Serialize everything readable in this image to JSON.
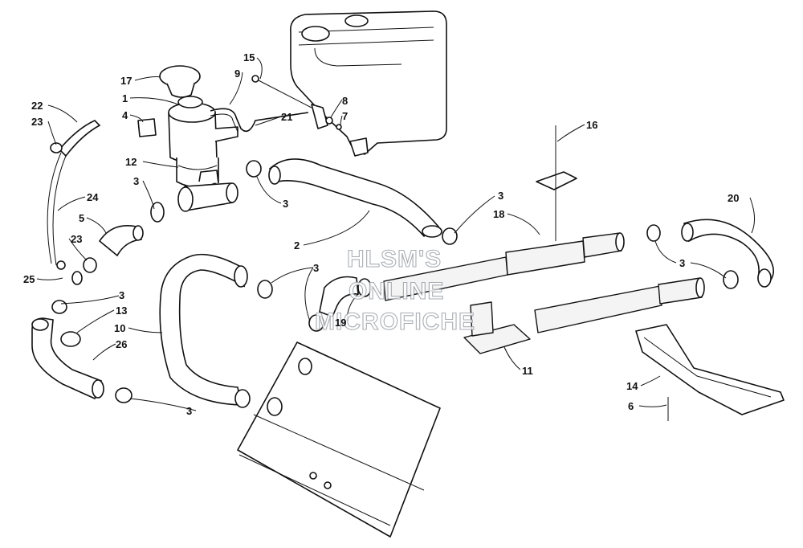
{
  "watermark": [
    "HLSM'S",
    "ONLINE",
    "MICROFICHE"
  ],
  "callouts": [
    {
      "id": "c17",
      "text": "17"
    },
    {
      "id": "c1",
      "text": "1"
    },
    {
      "id": "c4",
      "text": "4"
    },
    {
      "id": "c15",
      "text": "15"
    },
    {
      "id": "c9",
      "text": "9"
    },
    {
      "id": "c21",
      "text": "21"
    },
    {
      "id": "c8",
      "text": "8"
    },
    {
      "id": "c7",
      "text": "7"
    },
    {
      "id": "c22",
      "text": "22"
    },
    {
      "id": "c23a",
      "text": "23"
    },
    {
      "id": "c12",
      "text": "12"
    },
    {
      "id": "c3a",
      "text": "3"
    },
    {
      "id": "c3b",
      "text": "3"
    },
    {
      "id": "c24",
      "text": "24"
    },
    {
      "id": "c5",
      "text": "5"
    },
    {
      "id": "c23b",
      "text": "23"
    },
    {
      "id": "c25",
      "text": "25"
    },
    {
      "id": "c3c",
      "text": "3"
    },
    {
      "id": "c13",
      "text": "13"
    },
    {
      "id": "c10",
      "text": "10"
    },
    {
      "id": "c26",
      "text": "26"
    },
    {
      "id": "c3d",
      "text": "3"
    },
    {
      "id": "c2",
      "text": "2"
    },
    {
      "id": "c3e",
      "text": "3"
    },
    {
      "id": "c19",
      "text": "19"
    },
    {
      "id": "c16",
      "text": "16"
    },
    {
      "id": "c3f",
      "text": "3"
    },
    {
      "id": "c18",
      "text": "18"
    },
    {
      "id": "c20",
      "text": "20"
    },
    {
      "id": "c3g",
      "text": "3"
    },
    {
      "id": "c11",
      "text": "11"
    },
    {
      "id": "c14",
      "text": "14"
    },
    {
      "id": "c6",
      "text": "6"
    }
  ]
}
